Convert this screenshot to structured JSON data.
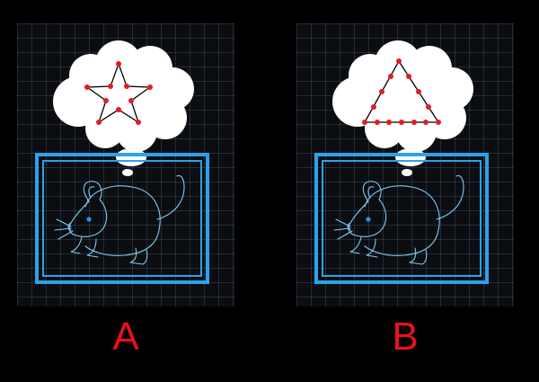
{
  "colors": {
    "background": "#000000",
    "panel_background": "#0b0d11",
    "grid_line": "#5a6f80",
    "frame_blue": "#2aa3ec",
    "mouse_outline": "#7fcbf2",
    "mouse_eye": "#2a8fff",
    "thought_bubble": "#ffffff",
    "shape_line": "#000000",
    "shape_point": "#e61c1c",
    "label_text": "#e8121a"
  },
  "panels": [
    {
      "label": "A",
      "thought_shape": "star",
      "icon": "mouse-icon"
    },
    {
      "label": "B",
      "thought_shape": "triangle",
      "icon": "mouse-icon"
    }
  ]
}
